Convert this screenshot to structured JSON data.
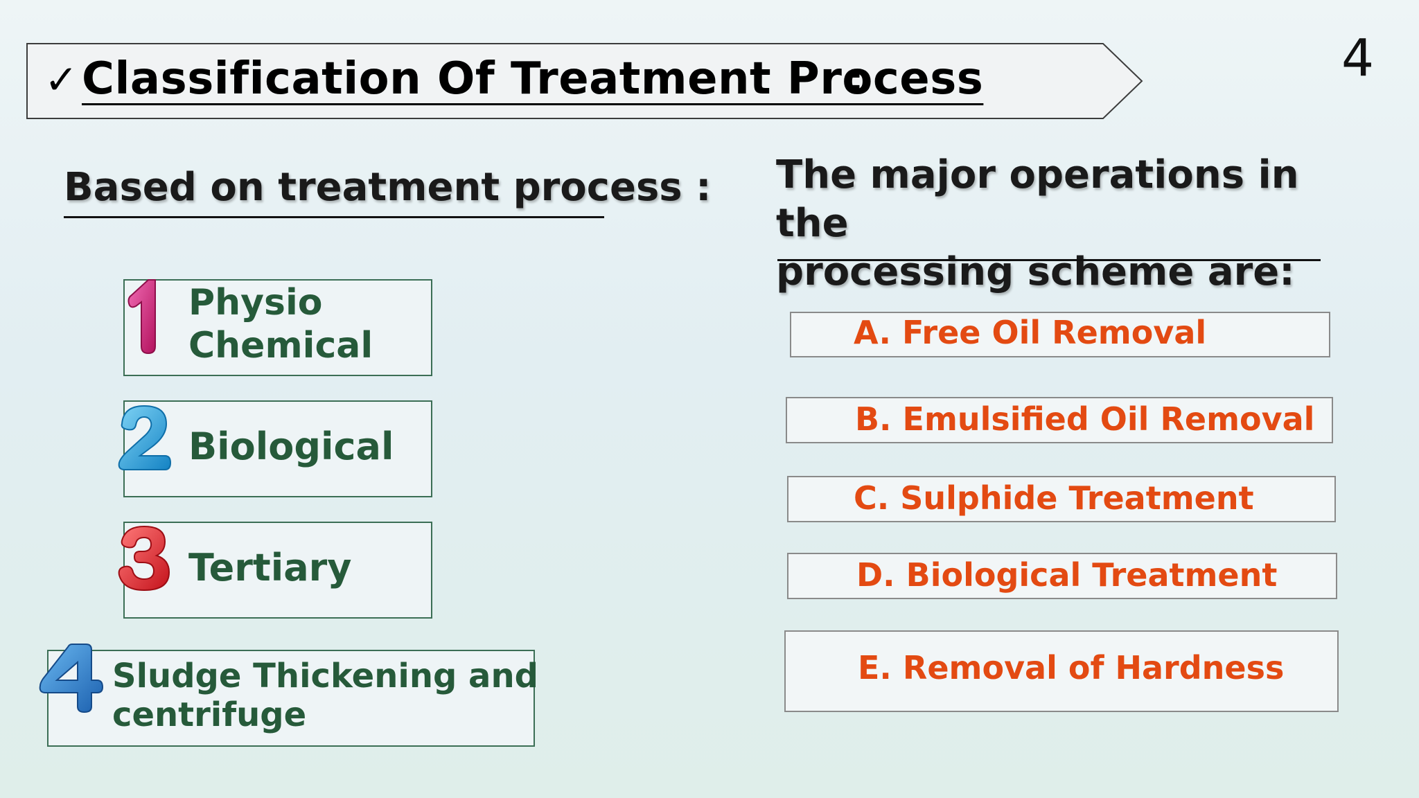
{
  "slide_number": "4",
  "title": {
    "check": "✓",
    "text": "Classification Of Treatment Process",
    "colon": ":"
  },
  "left_section": {
    "heading": "Based on treatment process :",
    "items": [
      {
        "number": "1",
        "label_line1": "Physio",
        "label_line2": "Chemical",
        "number_color": "#d81b78"
      },
      {
        "number": "2",
        "label_line1": "Biological",
        "label_line2": "",
        "number_color": "#29a3dc"
      },
      {
        "number": "3",
        "label_line1": "Tertiary",
        "label_line2": "",
        "number_color": "#e0262e"
      },
      {
        "number": "4",
        "label_line1": "Sludge Thickening and",
        "label_line2": "centrifuge",
        "number_color": "#2a78c8"
      }
    ]
  },
  "right_section": {
    "heading_line1": "The major operations in the",
    "heading_line2": "processing scheme are:",
    "operations": [
      "A. Free Oil Removal",
      "B. Emulsified Oil Removal",
      "C. Sulphide Treatment",
      "D. Biological Treatment",
      "E. Removal of Hardness"
    ]
  },
  "colors": {
    "item_text": "#265a3a",
    "operation_text": "#e34a12",
    "item_border": "#3b6e55"
  }
}
